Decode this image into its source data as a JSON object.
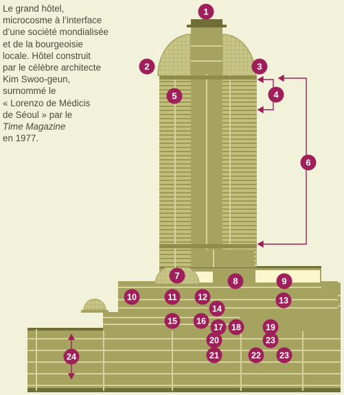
{
  "colors": {
    "background": "#f2f1d9",
    "building": "#a6a360",
    "building_dark": "#6f6e36",
    "building_light": "#c2bf7c",
    "facade": "#d6d39c",
    "window_band": "#8f8c4c",
    "glass": "#fbf6cc",
    "marker": "#9e1f5a",
    "marker_text": "#ffffff",
    "arrow": "#9e1f5a"
  },
  "caption": {
    "lines": [
      "Le grand hôtel,",
      "microcosme à l’interface",
      "d’une société mondialisée",
      "et de la bourgeoisie",
      "locale. Hôtel construit",
      "par le célèbre architecte",
      "Kim Swoo-geun,",
      "surnommé le",
      "« Lorenzo de Médicis",
      "de Séoul » par le"
    ],
    "italic": "Time Magazine",
    "last": "en 1977."
  },
  "markers": [
    {
      "label": "1"
    },
    {
      "label": "2"
    },
    {
      "label": "3"
    },
    {
      "label": "4"
    },
    {
      "label": "5"
    },
    {
      "label": "6"
    },
    {
      "label": "7"
    },
    {
      "label": "8"
    },
    {
      "label": "9"
    },
    {
      "label": "10"
    },
    {
      "label": "11"
    },
    {
      "label": "12"
    },
    {
      "label": "13"
    },
    {
      "label": "14"
    },
    {
      "label": "15"
    },
    {
      "label": "16"
    },
    {
      "label": "17"
    },
    {
      "label": "18"
    },
    {
      "label": "19"
    },
    {
      "label": "20"
    },
    {
      "label": "23"
    },
    {
      "label": "21"
    },
    {
      "label": "22"
    },
    {
      "label": "23"
    },
    {
      "label": "24"
    }
  ]
}
